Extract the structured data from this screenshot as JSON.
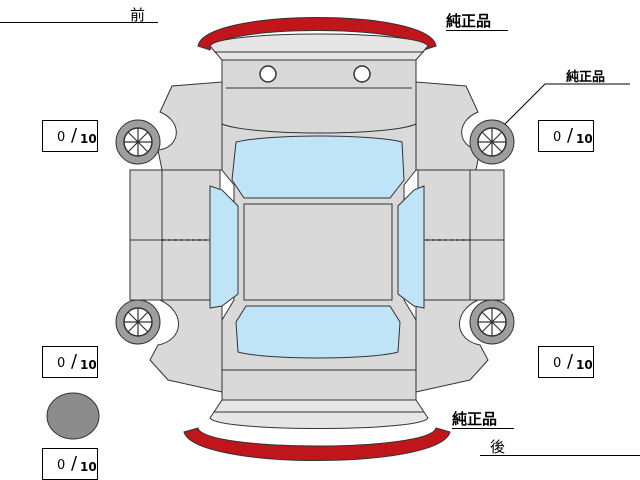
{
  "labels": {
    "front": "前",
    "rear": "後",
    "genuine_top": "純正品",
    "genuine_right": "純正品",
    "genuine_bottom": "純正品"
  },
  "tread": {
    "front_left": {
      "value": "0",
      "slash": "/",
      "max": "10"
    },
    "front_right": {
      "value": "0",
      "slash": "/",
      "max": "10"
    },
    "rear_left": {
      "value": "0",
      "slash": "/",
      "max": "10"
    },
    "rear_right": {
      "value": "0",
      "slash": "/",
      "max": "10"
    },
    "spare": {
      "value": "0",
      "slash": "/",
      "max": "10"
    }
  },
  "colors": {
    "body": "#d9d9d9",
    "glass": "#bfe3f7",
    "bumper": "#c0161b",
    "outline": "#333333",
    "spare": "#8c8c8c"
  }
}
